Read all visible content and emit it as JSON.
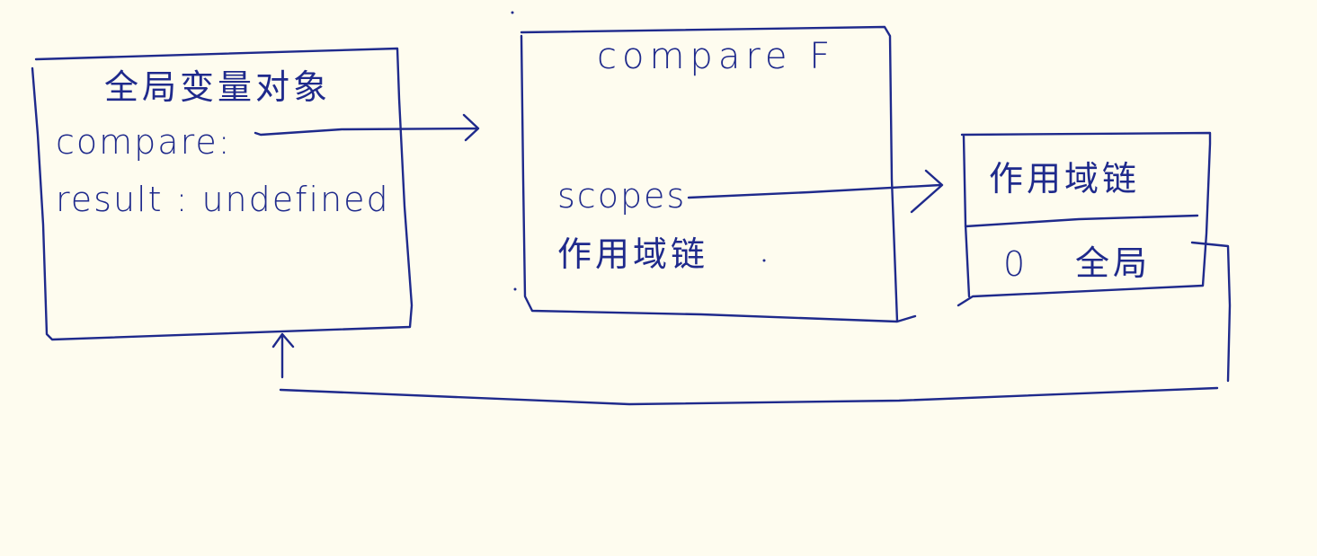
{
  "colors": {
    "ink": "#1f2a8c",
    "paper": "#fefcef"
  },
  "global_object": {
    "title": "全局变量对象",
    "field_compare_label": "compare:",
    "field_result": "result : undefined"
  },
  "compare_fn": {
    "title": "compare F",
    "scopes_label": "scopes",
    "scopes_sublabel": "作用域链"
  },
  "scope_chain": {
    "title": "作用域链",
    "item_index": "0",
    "item_label": "全局"
  }
}
